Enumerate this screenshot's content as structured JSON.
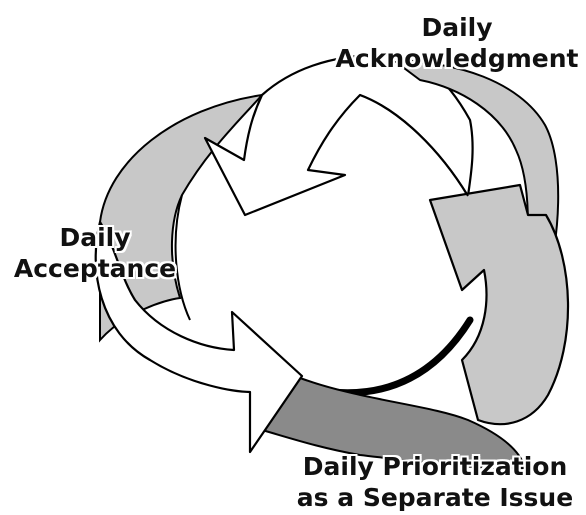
{
  "diagram": {
    "labels": {
      "acknowledgment": {
        "line1": "Daily",
        "line2": "Acknowledgment"
      },
      "acceptance": {
        "line1": "Daily",
        "line2": "Acceptance"
      },
      "prioritization": {
        "line1": "Daily Prioritization",
        "line2": "as a Separate Issue"
      }
    },
    "colors": {
      "outline": "#000000",
      "arrow_white": "#ffffff",
      "arrow_light": "#c8c8c8",
      "arrow_dark": "#8a8a8a",
      "background": "#ffffff"
    }
  }
}
